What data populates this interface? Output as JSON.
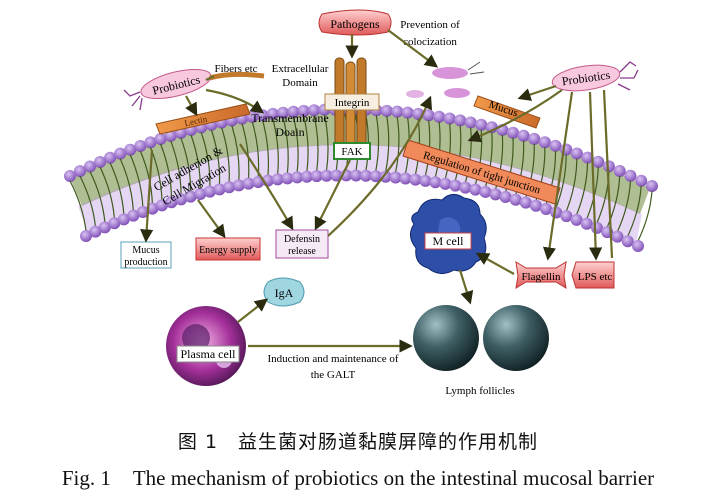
{
  "diagram": {
    "labels": {
      "pathogens": "Pathogens",
      "prevention_line1": "Prevention of",
      "prevention_line2": "colocization",
      "fibers": "Fibers etc",
      "probiotics_left": "Probiotics",
      "probiotics_right": "Probiotics",
      "extracellular_line1": "Extracellular",
      "extracellular_line2": "Domain",
      "integrin": "Integrin",
      "transmembrane_line1": "Transmembrane",
      "transmembrane_line2": "Doain",
      "fak": "FAK",
      "mucus": "Mucus",
      "lectin": "Lectin",
      "adhesion_line1": "Cell adherion &",
      "adhesion_line2": "Cell Migration",
      "tight_junction": "Regulation of tight junction",
      "mucus_production_line1": "Mucus",
      "mucus_production_line2": "production",
      "energy_supply": "Energy supply",
      "defensin_line1": "Defensin",
      "defensin_line2": "release",
      "m_cell": "M cell",
      "flagellin": "Flagellin",
      "lps": "LPS etc",
      "iga": "IgA",
      "plasma_cell": "Plasma cell",
      "galt_line1": "Induction and maintenance of",
      "galt_line2": "the GALT",
      "lymph_follicles": "Lymph follicles"
    },
    "colors": {
      "membrane_purple": "#8a5cc0",
      "membrane_light": "#b48be0",
      "tail_green": "#4f6b2a",
      "arrow": "#2b2b10",
      "integrin_orange": "#c07a2a",
      "fak_green": "#2f8a2f",
      "m_cell_blue": "#2e4fa8",
      "follicle": "#2f4f55",
      "plasma": "#9a2a8a",
      "iga_cyan": "#9fd6e0",
      "red_box": "#e05a5a"
    }
  },
  "caption": {
    "cn": "图 1　益生菌对肠道黏膜屏障的作用机制",
    "en_number": "Fig. 1",
    "en_text": "The mechanism of probiotics on the intestinal mucosal barrier"
  }
}
